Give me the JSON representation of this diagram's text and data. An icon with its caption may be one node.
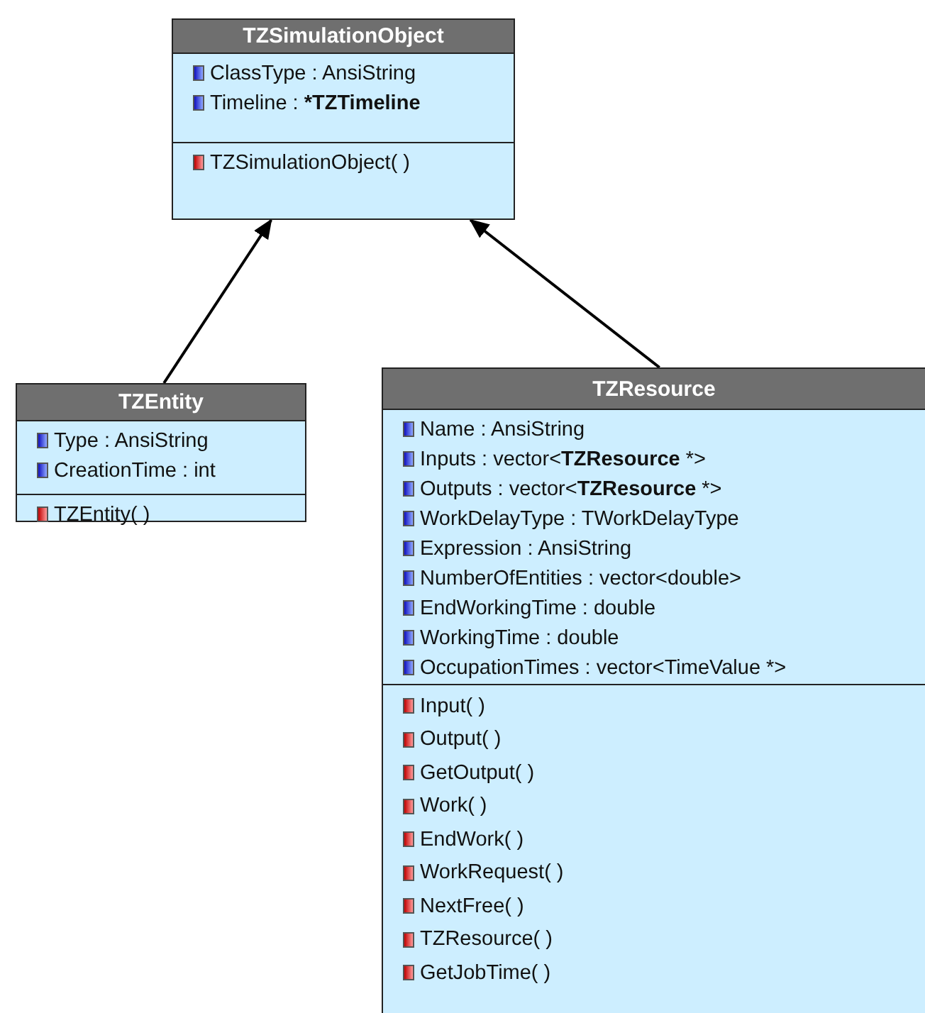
{
  "diagram": {
    "nodes": [
      {
        "text": [
          "TZSimulationObject"
        ]
      },
      {
        "text": [
          "ClassType : AnsiString",
          "Timeline : ***TZTimeline**"
        ],
        "in": 0
      },
      {
        "text": [
          "TZSimulationObject( )"
        ],
        "in": 0
      },
      {
        "text": [
          "TZEntity"
        ]
      },
      {
        "text": [
          "Type : AnsiString",
          "CreationTime : int"
        ],
        "in": 3
      },
      {
        "text": [
          "TZEntity( )"
        ],
        "in": 3
      },
      {
        "text": [
          "TZResource"
        ]
      },
      {
        "text": [
          "Name : AnsiString",
          "Inputs : vector<**TZResource** *>",
          "Outputs : vector<**TZResource** *>",
          "WorkDelayType : TWorkDelayType",
          "Expression : AnsiString",
          "NumberOfEntities : vector<double>",
          "EndWorkingTime : double",
          "WorkingTime : double",
          "OccupationTimes : vector<TimeValue *>"
        ],
        "in": 6
      },
      {
        "text": [
          "Input( )",
          "Output( )",
          "GetOutput( )",
          "Work( )",
          "EndWork( )",
          "WorkRequest( )",
          "NextFree( )",
          "TZResource( )",
          "GetJobTime( )"
        ],
        "in": 6
      }
    ],
    "edges": [
      {
        "from": 3,
        "to": 0,
        "arrow": "to"
      },
      {
        "from": 6,
        "to": 0,
        "arrow": "to"
      }
    ]
  }
}
